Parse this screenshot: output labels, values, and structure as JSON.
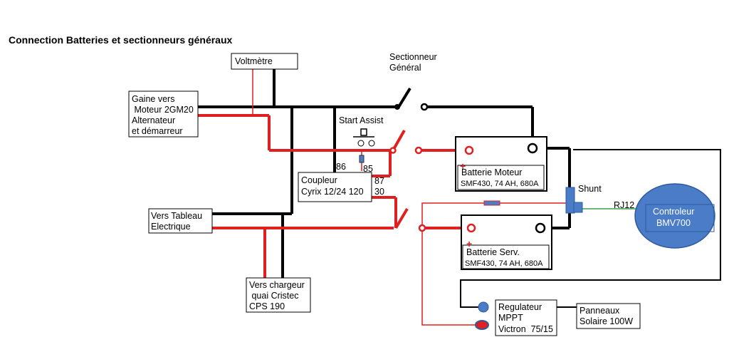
{
  "title": "Connection Batteries et sectionneurs généraux",
  "voltmetre": "Voltmètre",
  "sectionneur": [
    "Sectionneur",
    "Général"
  ],
  "gaine": [
    "Gaine vers",
    " Moteur 2GM20",
    "Alternateur",
    "et démarreur"
  ],
  "start_assist": "Start Assist",
  "relay_pins": {
    "p86": "86",
    "p85": "85",
    "p87": "87",
    "p30": "30"
  },
  "coupleur": [
    "Coupleur",
    "Cyrix 12/24 120"
  ],
  "batterie_moteur": {
    "name": "Batterie Moteur",
    "spec": "SMF430, 74 AH, 680A",
    "plus": "+"
  },
  "batterie_serv": {
    "name": "Batterie Serv.",
    "spec": "SMF430, 74 AH, 680A",
    "plus": "+"
  },
  "shunt": "Shunt",
  "rj12": "RJ12",
  "controleur": [
    "Controleur",
    "BMV700"
  ],
  "tableau": [
    "Vers Tableau",
    "Electrique"
  ],
  "chargeur": [
    "Vers chargeur",
    " quai Cristec",
    "CPS 190"
  ],
  "regulateur": [
    "Regulateur",
    "MPPT",
    "Victron  75/15"
  ],
  "panneaux": [
    "Panneaux",
    "Solaire 100W"
  ],
  "colors": {
    "negative": "#000000",
    "positive": "#e02020",
    "data_link": "#3aa04a",
    "controller": "#4a7cc7"
  }
}
